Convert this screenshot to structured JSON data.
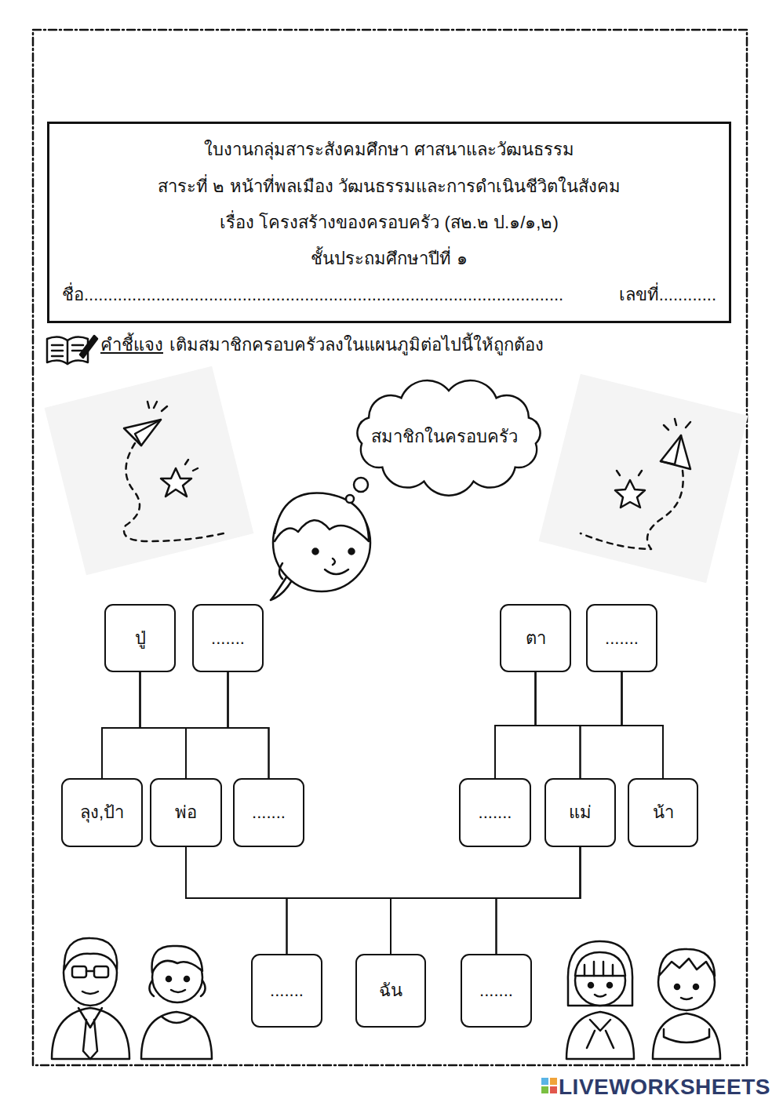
{
  "diagram": {
    "nodes": [
      {
        "text": [
          "ใบงานกลุ่มสาระสังคมศึกษา ศาสนาและวัฒนธรรม",
          "สาระที่ ๒ หน้าที่พลเมือง วัฒนธรรมและการดำเนินชีวิตในสังคม",
          "เรื่อง โครงสร้างของครอบครัว (ส๒.๒ ป.๑/๑,๒)",
          "ชั้นประถมศึกษาปีที่ ๑",
          "ชื่อ....................................................................................................",
          "เลขที่............"
        ]
      },
      {
        "text": [
          "สมาชิกในครอบครัว"
        ]
      },
      {
        "text": [
          "ปู่"
        ]
      },
      {
        "text": [
          "......."
        ]
      },
      {
        "text": [
          "ตา"
        ]
      },
      {
        "text": [
          "......."
        ]
      },
      {
        "text": [
          "ลุง,ป้า"
        ]
      },
      {
        "text": [
          "พ่อ"
        ]
      },
      {
        "text": [
          "......."
        ]
      },
      {
        "text": [
          "......."
        ]
      },
      {
        "text": [
          "แม่"
        ]
      },
      {
        "text": [
          "น้า"
        ]
      },
      {
        "text": [
          "......."
        ]
      },
      {
        "text": [
          "ฉัน"
        ]
      },
      {
        "text": [
          "......."
        ]
      }
    ],
    "edges": [
      {
        "from": 2,
        "to": 6,
        "arrow": "none"
      },
      {
        "from": 2,
        "to": 7,
        "arrow": "none"
      },
      {
        "from": 2,
        "to": 8,
        "arrow": "none"
      },
      {
        "from": 3,
        "to": 6,
        "arrow": "none"
      },
      {
        "from": 3,
        "to": 7,
        "arrow": "none"
      },
      {
        "from": 3,
        "to": 8,
        "arrow": "none"
      },
      {
        "from": 4,
        "to": 9,
        "arrow": "none"
      },
      {
        "from": 4,
        "to": 10,
        "arrow": "none"
      },
      {
        "from": 4,
        "to": 11,
        "arrow": "none"
      },
      {
        "from": 5,
        "to": 9,
        "arrow": "none"
      },
      {
        "from": 5,
        "to": 10,
        "arrow": "none"
      },
      {
        "from": 5,
        "to": 11,
        "arrow": "none"
      },
      {
        "from": 7,
        "to": 12,
        "arrow": "none"
      },
      {
        "from": 7,
        "to": 13,
        "arrow": "none"
      },
      {
        "from": 7,
        "to": 14,
        "arrow": "none"
      },
      {
        "from": 10,
        "to": 12,
        "arrow": "none"
      },
      {
        "from": 10,
        "to": 13,
        "arrow": "none"
      },
      {
        "from": 10,
        "to": 14,
        "arrow": "none"
      }
    ],
    "labels": [
      "คำชี้แจง",
      "เติมสมาชิกครอบครัวลงในแผนภูมิต่อไปนี้ให้ถูกต้อง",
      "LIVEWORKSHEETS"
    ]
  }
}
